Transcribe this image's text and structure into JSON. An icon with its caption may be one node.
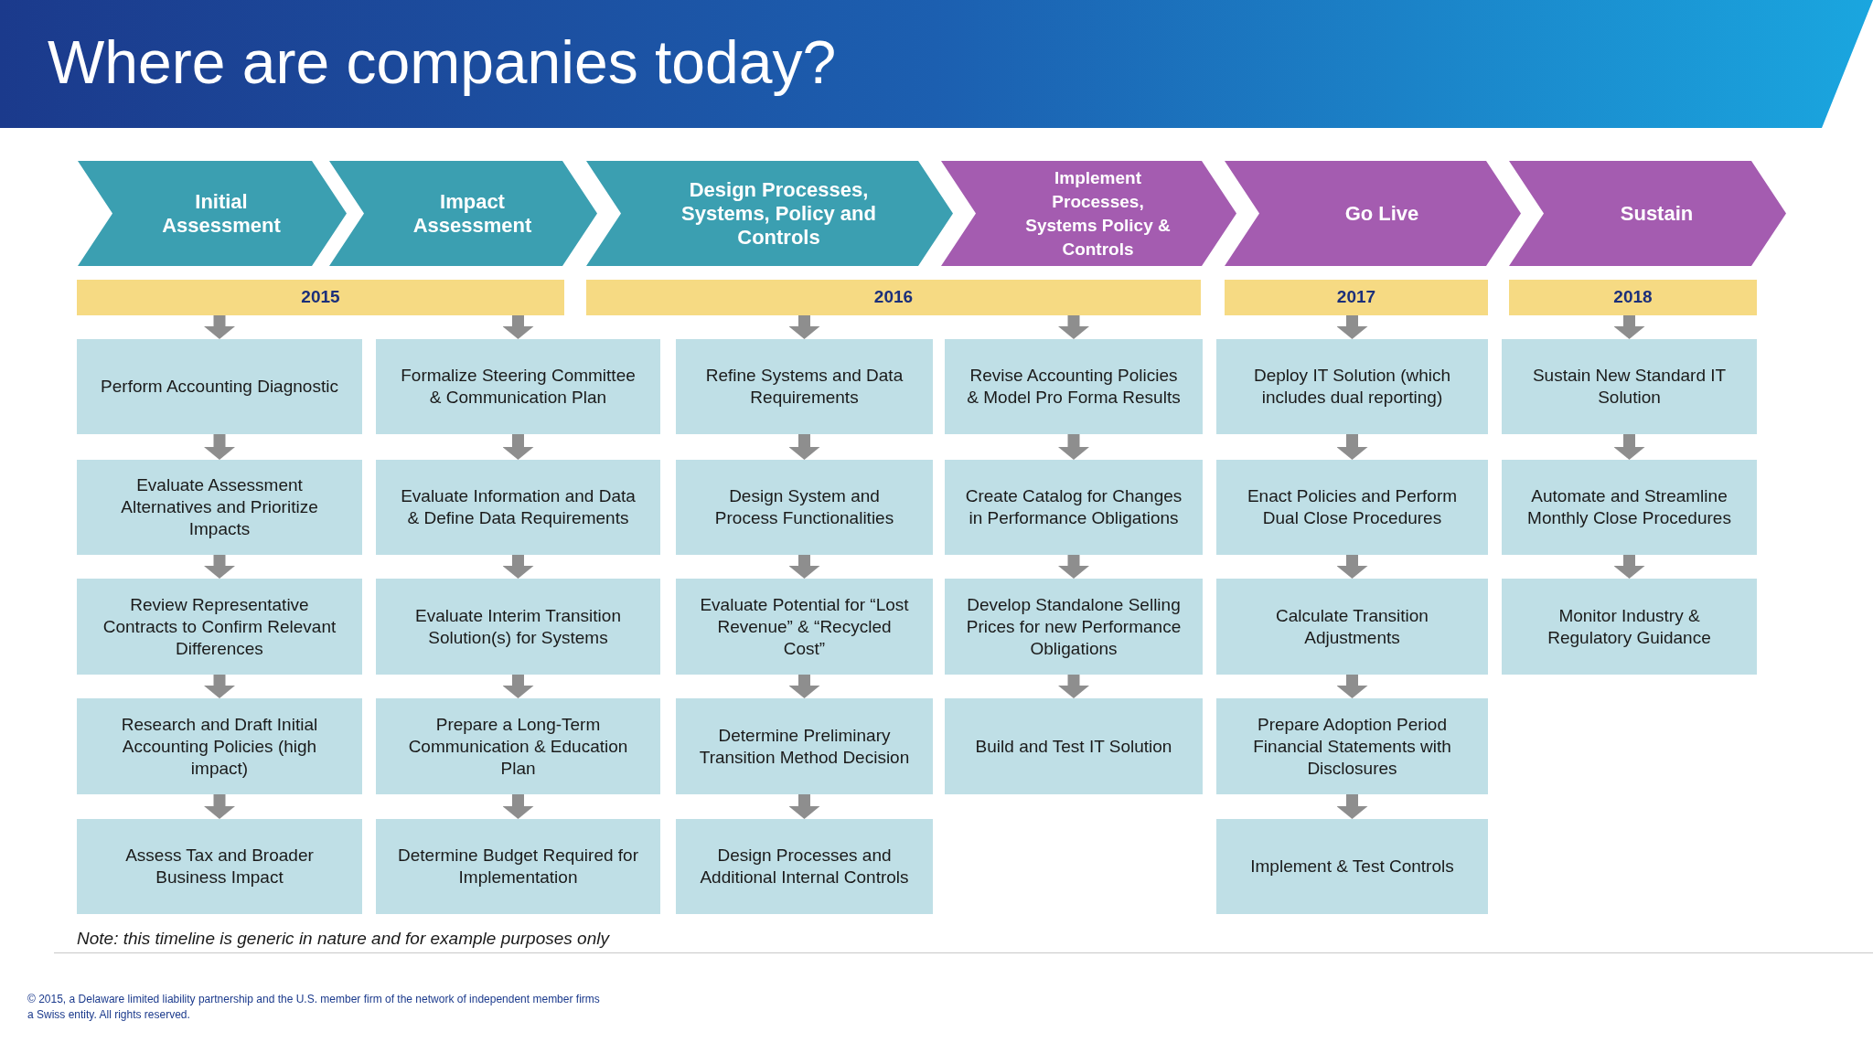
{
  "diagram": {
    "title": "Where are companies today?",
    "nodes": [
      {
        "text": [
          "Initial Assessment"
        ]
      },
      {
        "text": [
          "Impact Assessment"
        ]
      },
      {
        "text": [
          "Design Processes, Systems, Policy and Controls"
        ]
      },
      {
        "text": [
          "Implement Processes, Systems Policy & Controls"
        ]
      },
      {
        "text": [
          "Go Live"
        ]
      },
      {
        "text": [
          "Sustain"
        ]
      },
      {
        "text": [
          "2015"
        ]
      },
      {
        "text": [
          "2016"
        ]
      },
      {
        "text": [
          "2017"
        ]
      },
      {
        "text": [
          "2018"
        ]
      },
      {
        "text": [
          "Perform Accounting Diagnostic"
        ]
      },
      {
        "text": [
          "Evaluate Assessment Alternatives and Prioritize Impacts"
        ]
      },
      {
        "text": [
          "Review Representative Contracts to Confirm Relevant Differences"
        ]
      },
      {
        "text": [
          "Research and Draft Initial Accounting Policies (high impact)"
        ]
      },
      {
        "text": [
          "Assess Tax and Broader Business Impact"
        ]
      },
      {
        "text": [
          "Formalize Steering Committee & Communication Plan"
        ]
      },
      {
        "text": [
          "Evaluate Information and Data & Define Data Requirements"
        ]
      },
      {
        "text": [
          "Evaluate Interim Transition Solution(s) for Systems"
        ]
      },
      {
        "text": [
          "Prepare a Long-Term Communication & Education Plan"
        ]
      },
      {
        "text": [
          "Determine Budget Required for Implementation"
        ]
      },
      {
        "text": [
          "Refine Systems and Data Requirements"
        ]
      },
      {
        "text": [
          "Design System and Process Functionalities"
        ]
      },
      {
        "text": [
          "Evaluate Potential for “Lost Revenue” & “Recycled Cost”"
        ]
      },
      {
        "text": [
          "Determine Preliminary Transition Method Decision"
        ]
      },
      {
        "text": [
          "Design Processes and Additional Internal Controls"
        ]
      },
      {
        "text": [
          "Revise Accounting Policies & Model Pro Forma Results"
        ]
      },
      {
        "text": [
          "Create Catalog for Changes in Performance Obligations"
        ]
      },
      {
        "text": [
          "Develop Standalone Selling Prices for new Performance Obligations"
        ]
      },
      {
        "text": [
          "Build and Test IT Solution"
        ]
      },
      {
        "text": [
          "Deploy IT Solution (which includes dual reporting)"
        ]
      },
      {
        "text": [
          "Enact Policies and Perform Dual Close Procedures"
        ]
      },
      {
        "text": [
          "Calculate Transition Adjustments"
        ]
      },
      {
        "text": [
          "Prepare Adoption Period Financial Statements with Disclosures"
        ]
      },
      {
        "text": [
          "Implement & Test Controls"
        ]
      },
      {
        "text": [
          "Sustain New Standard IT Solution"
        ]
      },
      {
        "text": [
          "Automate and Streamline Monthly Close Procedures"
        ]
      },
      {
        "text": [
          "Monitor Industry & Regulatory Guidance"
        ]
      }
    ],
    "edges": [
      {
        "from": 6,
        "to": 10,
        "arrow": "to"
      },
      {
        "from": 10,
        "to": 11,
        "arrow": "to"
      },
      {
        "from": 11,
        "to": 12,
        "arrow": "to"
      },
      {
        "from": 12,
        "to": 13,
        "arrow": "to"
      },
      {
        "from": 13,
        "to": 14,
        "arrow": "to"
      },
      {
        "from": 6,
        "to": 15,
        "arrow": "to"
      },
      {
        "from": 15,
        "to": 16,
        "arrow": "to"
      },
      {
        "from": 16,
        "to": 17,
        "arrow": "to"
      },
      {
        "from": 17,
        "to": 18,
        "arrow": "to"
      },
      {
        "from": 18,
        "to": 19,
        "arrow": "to"
      },
      {
        "from": 7,
        "to": 20,
        "arrow": "to"
      },
      {
        "from": 20,
        "to": 21,
        "arrow": "to"
      },
      {
        "from": 21,
        "to": 22,
        "arrow": "to"
      },
      {
        "from": 22,
        "to": 23,
        "arrow": "to"
      },
      {
        "from": 23,
        "to": 24,
        "arrow": "to"
      },
      {
        "from": 7,
        "to": 25,
        "arrow": "to"
      },
      {
        "from": 25,
        "to": 26,
        "arrow": "to"
      },
      {
        "from": 26,
        "to": 27,
        "arrow": "to"
      },
      {
        "from": 27,
        "to": 28,
        "arrow": "to"
      },
      {
        "from": 8,
        "to": 29,
        "arrow": "to"
      },
      {
        "from": 29,
        "to": 30,
        "arrow": "to"
      },
      {
        "from": 30,
        "to": 31,
        "arrow": "to"
      },
      {
        "from": 31,
        "to": 32,
        "arrow": "to"
      },
      {
        "from": 32,
        "to": 33,
        "arrow": "to"
      },
      {
        "from": 9,
        "to": 34,
        "arrow": "to"
      },
      {
        "from": 34,
        "to": 35,
        "arrow": "to"
      },
      {
        "from": 35,
        "to": 36,
        "arrow": "to"
      }
    ],
    "labels": [
      "Note: this timeline is generic in nature and for example purposes only",
      "© 2015, a Delaware limited liability partnership and the U.S. member firm of the network of independent member firms",
      "a Swiss entity. All rights reserved."
    ]
  }
}
